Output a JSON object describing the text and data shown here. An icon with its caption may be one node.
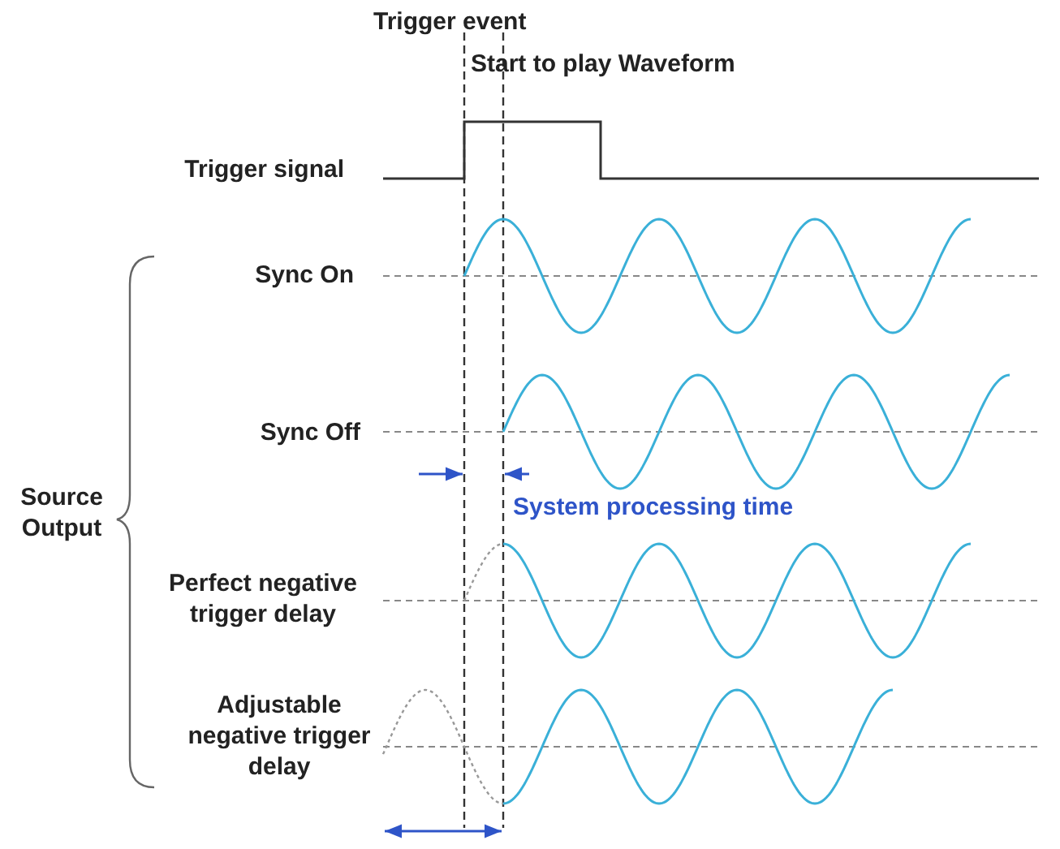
{
  "diagram": {
    "labels": [
      "Trigger event",
      "Start to play Waveform",
      "Trigger signal",
      "Sync On",
      "Sync Off",
      "Source Output",
      "System processing time",
      "Perfect negative trigger delay",
      "Adjustable negative trigger delay"
    ]
  }
}
